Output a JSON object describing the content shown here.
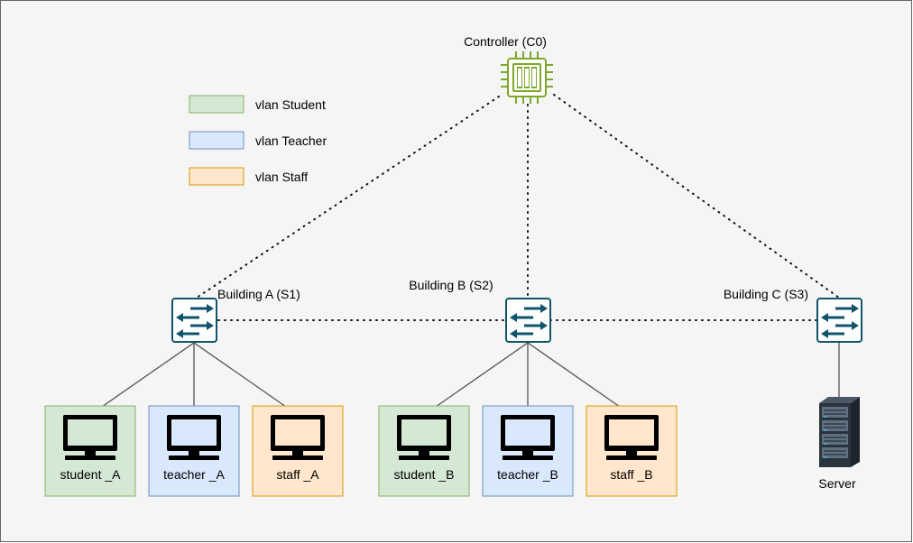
{
  "legend": [
    {
      "label": "vlan Student",
      "fill": "#d5e8d4",
      "stroke": "#82b366"
    },
    {
      "label": "vlan Teacher",
      "fill": "#dae8fc",
      "stroke": "#6c8ebf"
    },
    {
      "label": "vlan Staff",
      "fill": "#ffe6cc",
      "stroke": "#d79b00"
    }
  ],
  "controller": {
    "label": "Controller (C0)",
    "color": "#7ea82b"
  },
  "switches": {
    "s1": {
      "label": "Building A (S1)"
    },
    "s2": {
      "label": "Building B (S2)"
    },
    "s3": {
      "label": "Building C (S3)"
    },
    "color": "#10546b"
  },
  "hosts": {
    "student_a": {
      "label": "student _A",
      "vlan": "Student"
    },
    "teacher_a": {
      "label": "teacher _A",
      "vlan": "Teacher"
    },
    "staff_a": {
      "label": "staff _A",
      "vlan": "Staff"
    },
    "student_b": {
      "label": "student _B",
      "vlan": "Student"
    },
    "teacher_b": {
      "label": "teacher _B",
      "vlan": "Teacher"
    },
    "staff_b": {
      "label": "staff _B",
      "vlan": "Staff"
    }
  },
  "server": {
    "label": "Server"
  },
  "colors": {
    "background": "#f5f5f5",
    "border": "#666666",
    "link": "#555555",
    "dotted_link": "#111111"
  }
}
